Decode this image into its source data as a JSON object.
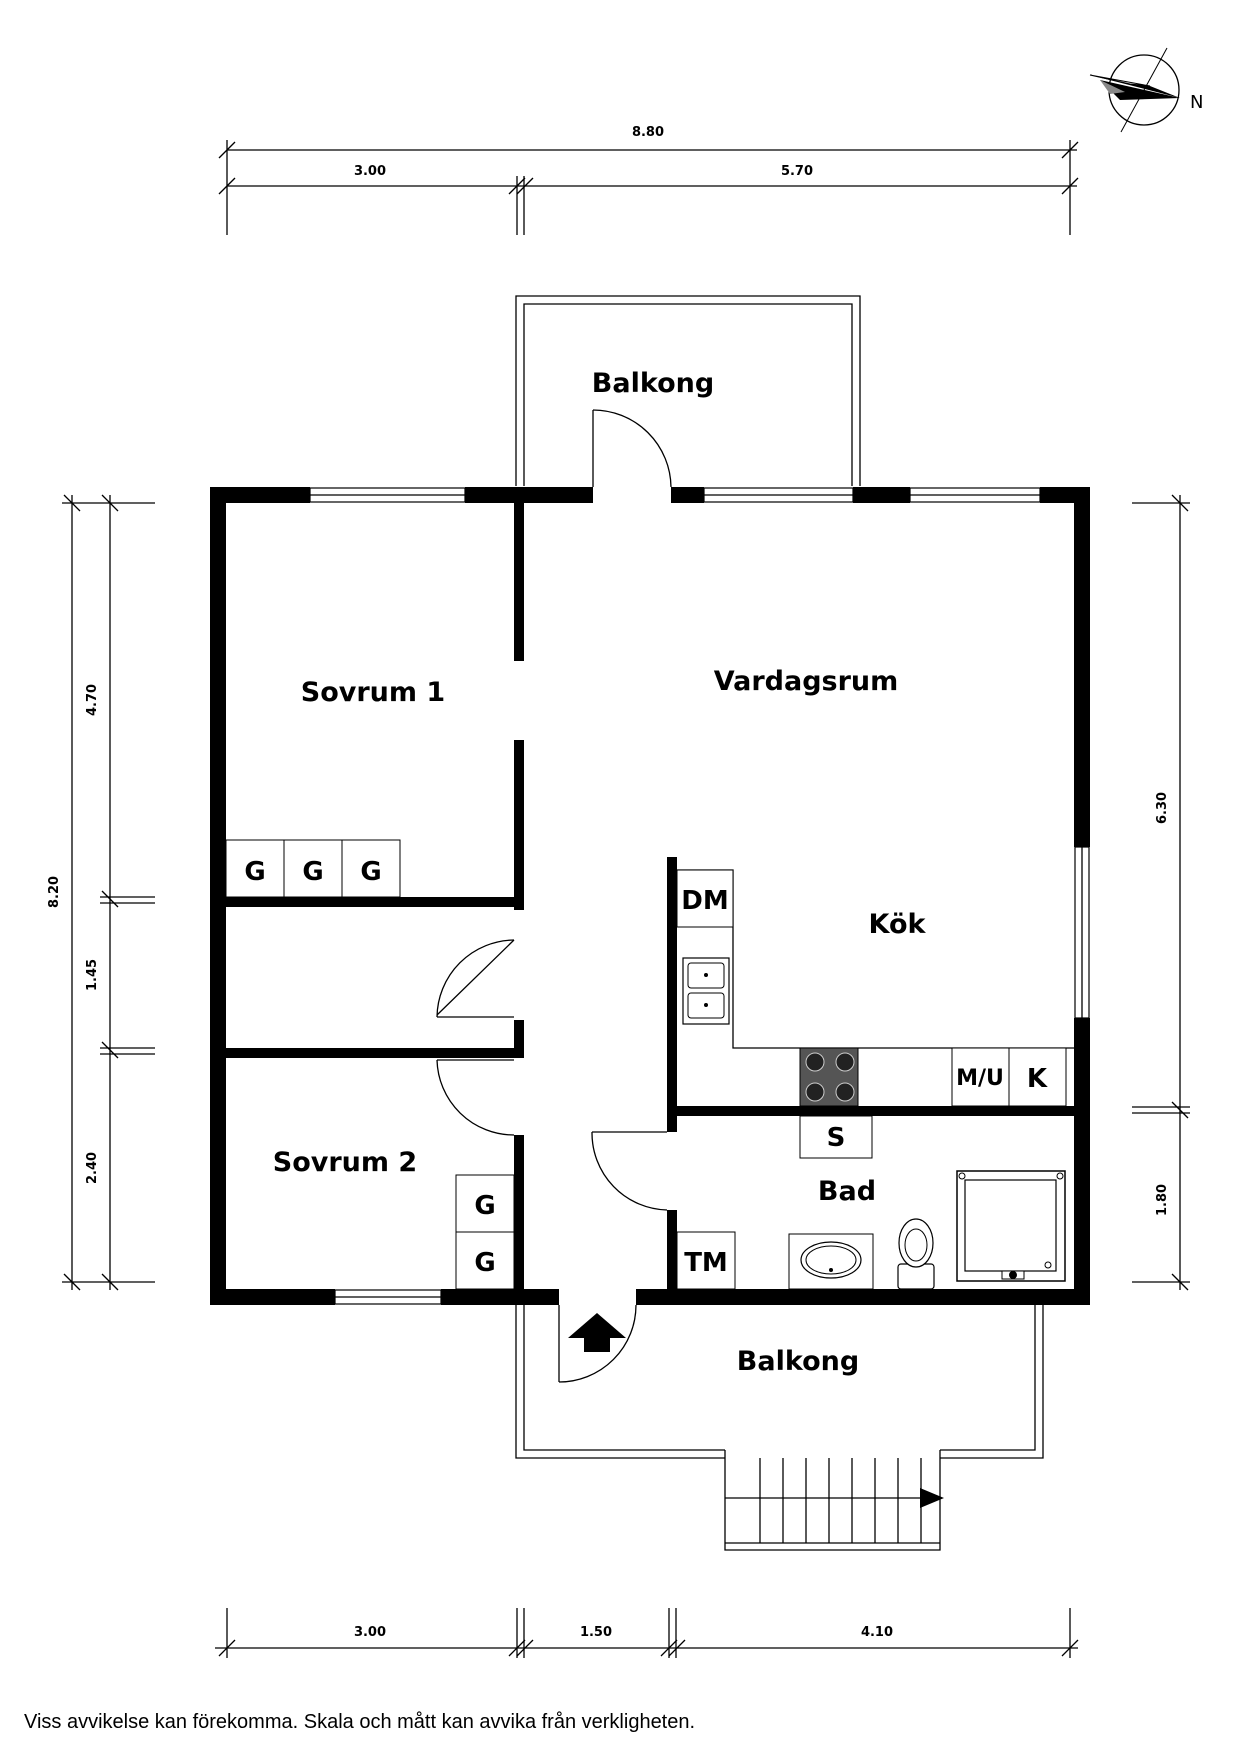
{
  "compass": {
    "label": "N"
  },
  "dimensions": {
    "top_total": "8.80",
    "top_left": "3.00",
    "top_right": "5.70",
    "left_total": "8.20",
    "left_top": "4.70",
    "left_middle": "1.45",
    "left_bottom": "2.40",
    "right_top": "6.30",
    "right_bottom": "1.80",
    "bottom_left": "3.00",
    "bottom_middle": "1.50",
    "bottom_right": "4.10"
  },
  "rooms": {
    "balcony_top": "Balkong",
    "bedroom1": "Sovrum 1",
    "living_room": "Vardagsrum",
    "kitchen": "Kök",
    "bedroom2": "Sovrum 2",
    "bathroom": "Bad",
    "balcony_bottom": "Balkong"
  },
  "fixtures": {
    "wardrobe": "G",
    "dishwasher": "DM",
    "microwave": "M/U",
    "fridge": "K",
    "cabinet": "S",
    "washer": "TM"
  },
  "disclaimer": "Viss avvikelse kan förekomma. Skala och mått kan avvika från verkligheten."
}
